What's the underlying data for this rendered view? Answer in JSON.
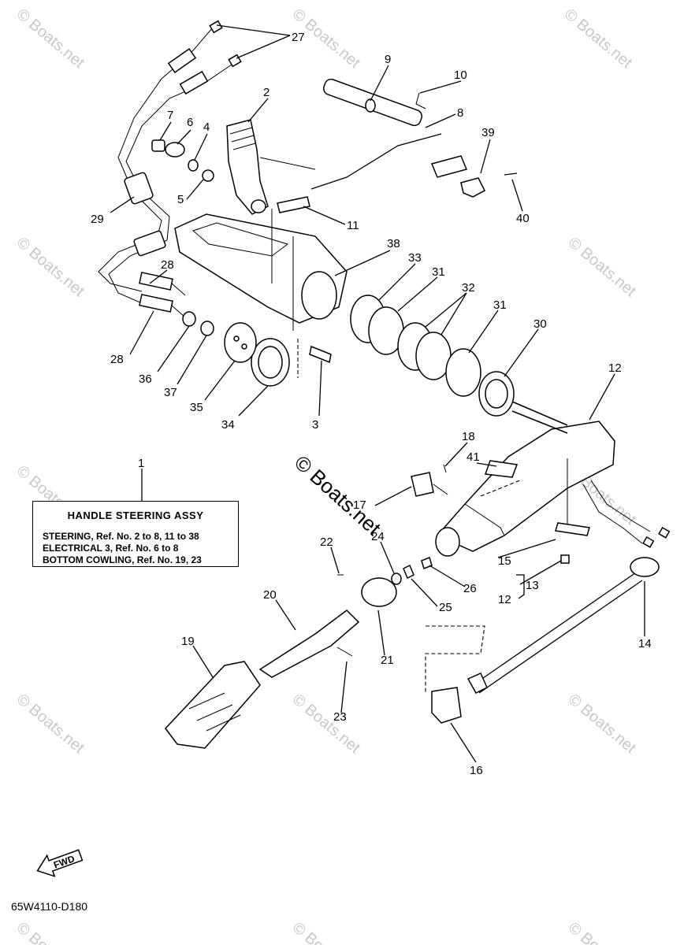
{
  "watermark": {
    "text": "© Boats.net"
  },
  "callouts": [
    {
      "id": "27",
      "label": "27"
    },
    {
      "id": "9",
      "label": "9"
    },
    {
      "id": "10",
      "label": "10"
    },
    {
      "id": "2",
      "label": "2"
    },
    {
      "id": "8",
      "label": "8"
    },
    {
      "id": "7",
      "label": "7"
    },
    {
      "id": "6",
      "label": "6"
    },
    {
      "id": "4",
      "label": "4"
    },
    {
      "id": "39",
      "label": "39"
    },
    {
      "id": "5",
      "label": "5"
    },
    {
      "id": "40",
      "label": "40"
    },
    {
      "id": "29",
      "label": "29"
    },
    {
      "id": "11",
      "label": "11"
    },
    {
      "id": "38",
      "label": "38"
    },
    {
      "id": "28a",
      "label": "28"
    },
    {
      "id": "33",
      "label": "33"
    },
    {
      "id": "31a",
      "label": "31"
    },
    {
      "id": "32",
      "label": "32"
    },
    {
      "id": "31b",
      "label": "31"
    },
    {
      "id": "30",
      "label": "30"
    },
    {
      "id": "28b",
      "label": "28"
    },
    {
      "id": "36",
      "label": "36"
    },
    {
      "id": "37",
      "label": "37"
    },
    {
      "id": "35",
      "label": "35"
    },
    {
      "id": "34a",
      "label": "34"
    },
    {
      "id": "3",
      "label": "3"
    },
    {
      "id": "12a",
      "label": "12"
    },
    {
      "id": "18",
      "label": "18"
    },
    {
      "id": "41",
      "label": "41"
    },
    {
      "id": "1",
      "label": "1"
    },
    {
      "id": "17",
      "label": "17"
    },
    {
      "id": "22",
      "label": "22"
    },
    {
      "id": "24",
      "label": "24"
    },
    {
      "id": "26",
      "label": "26"
    },
    {
      "id": "15",
      "label": "15"
    },
    {
      "id": "13",
      "label": "13"
    },
    {
      "id": "12b",
      "label": "12"
    },
    {
      "id": "25",
      "label": "25"
    },
    {
      "id": "20",
      "label": "20"
    },
    {
      "id": "19",
      "label": "19"
    },
    {
      "id": "21",
      "label": "21"
    },
    {
      "id": "14",
      "label": "14"
    },
    {
      "id": "23",
      "label": "23"
    },
    {
      "id": "16",
      "label": "16"
    }
  ],
  "note": {
    "title": "HANDLE STEERING ASSY",
    "lines": [
      "STEERING, Ref. No. 2 to 8, 11 to 38",
      "ELECTRICAL 3, Ref. No. 6 to 8",
      "BOTTOM COWLING, Ref. No. 19, 23"
    ]
  },
  "fwd_label": "FWD",
  "diagram_code": "65W4110-D180"
}
